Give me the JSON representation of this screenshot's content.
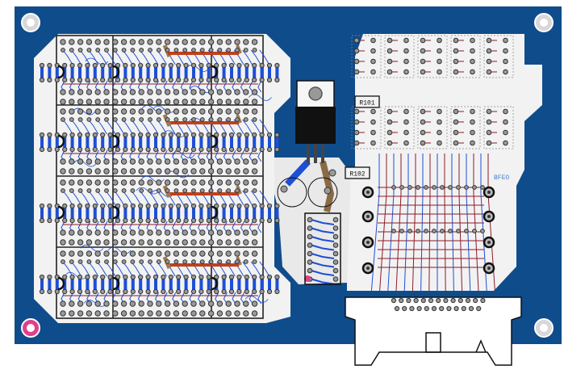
{
  "board": {
    "colors": {
      "background": "#ffffff",
      "board_blue": "#0f4c8c",
      "board_edge": "#1e5a9a",
      "silk_white": "#f2f2f2",
      "trace_blue": "#1d4fd6",
      "trace_red": "#8b1b2b",
      "pad_gray": "#9a9a9a",
      "pad_dark": "#333333",
      "jumper_red": "#c2401a",
      "jumper_tan": "#a07a50",
      "grid_line": "#222222",
      "ic_black": "#111111",
      "pink_hole": "#e0408a",
      "component_label": "#ffffff"
    },
    "components": {
      "resistor_top": {
        "label": "R101"
      },
      "resistor_bottom": {
        "label": "R102"
      },
      "board_marking": {
        "label": "BFEO"
      }
    }
  }
}
